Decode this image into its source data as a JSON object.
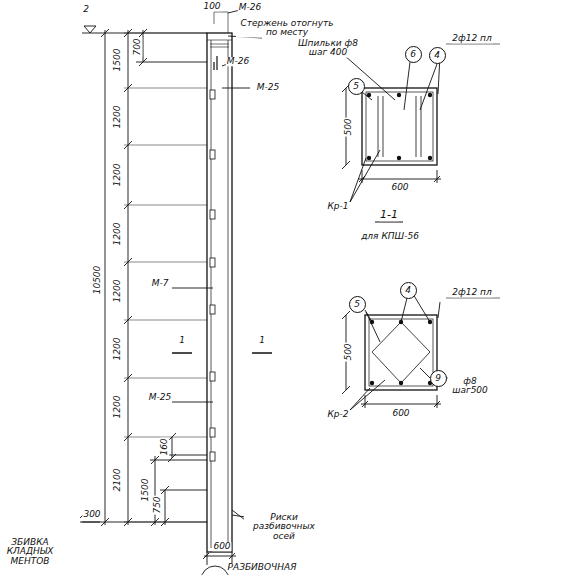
{
  "diagram": {
    "nodes": [
      {
        "text": [
          "6"
        ]
      },
      {
        "text": [
          "4"
        ]
      },
      {
        "text": [
          "5"
        ]
      },
      {
        "text": [
          "4"
        ]
      },
      {
        "text": [
          "5"
        ]
      },
      {
        "text": [
          "9"
        ]
      }
    ],
    "labels": [
      "2",
      "100",
      "М-26",
      "Стержень отогнуть по месту",
      "М-26",
      "М-25",
      "1500",
      "700",
      "1200",
      "1200",
      "1200",
      "1200",
      "1200",
      "1200",
      "10500",
      "М-7",
      "1",
      "1",
      "М-25",
      "2100",
      "1500",
      "750",
      "160",
      "300",
      "Риски разбивочных осей",
      "ЗБИВКА КЛАДНЫХ МЕНТОВ",
      "600",
      "РАЗБИВОЧНАЯ",
      "Шпильки ф8 шаг 400",
      "2ф12 пл",
      "500",
      "600",
      "Кр-1",
      "1-1",
      "для КПШ-56",
      "2ф12 пл",
      "500",
      "ф8 шаг500",
      "Кр-2",
      "600"
    ]
  }
}
